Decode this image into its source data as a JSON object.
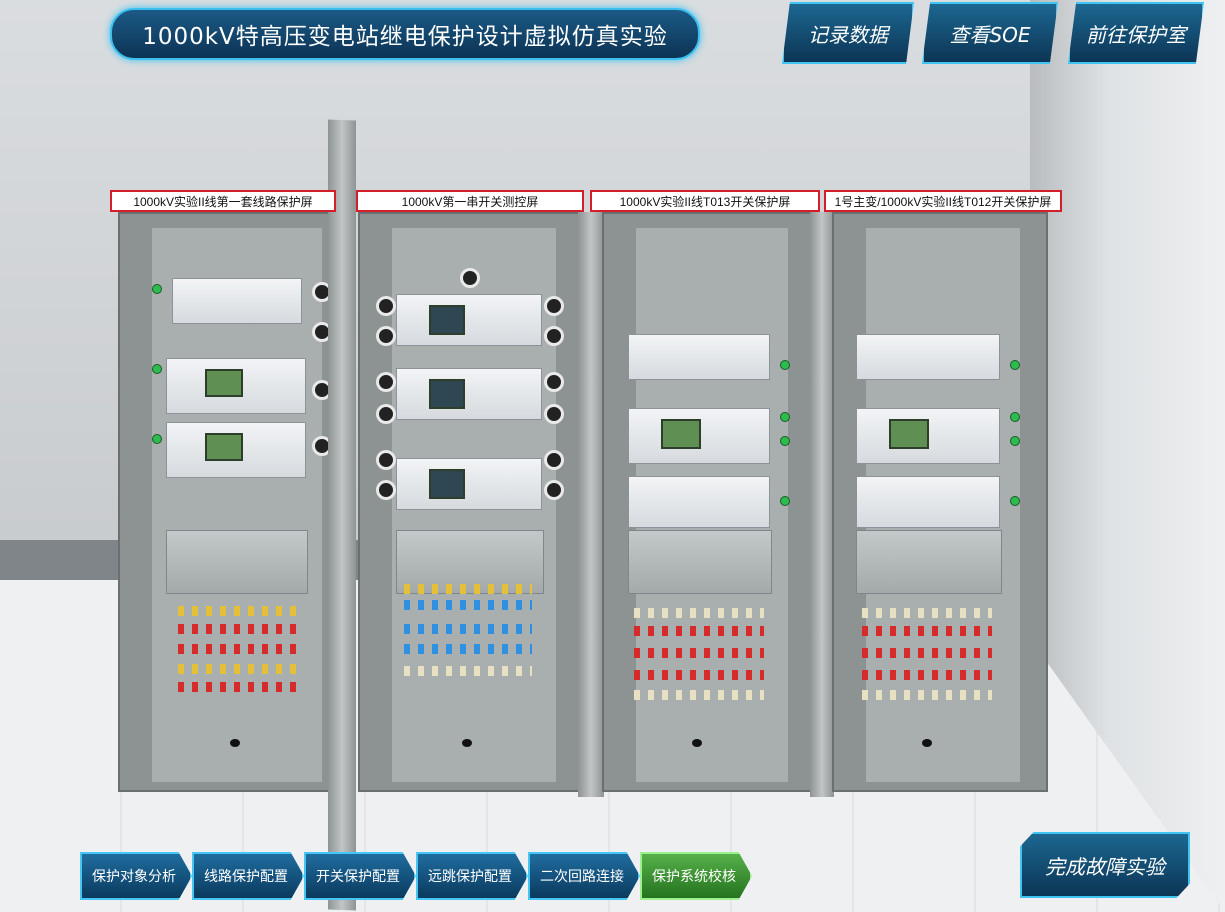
{
  "header": {
    "title": "1000kV特高压变电站继电保护设计虚拟仿真实验",
    "buttons": {
      "record": "记录数据",
      "soe": "查看SOE",
      "protection_room": "前往保护室"
    }
  },
  "cabinets": [
    {
      "label": "1000kV实验II线第一套线路保护屏"
    },
    {
      "label": "1000kV第一串开关测控屏"
    },
    {
      "label": "1000kV实验II线T013开关保护屏"
    },
    {
      "label": "1号主变/1000kV实验II线T012开关保护屏"
    }
  ],
  "steps": [
    {
      "label": "保护对象分析"
    },
    {
      "label": "线路保护配置"
    },
    {
      "label": "开关保护配置"
    },
    {
      "label": "远跳保护配置"
    },
    {
      "label": "二次回路连接"
    },
    {
      "label": "保护系统校核"
    }
  ],
  "finish_button": "完成故障实验",
  "colors": {
    "accent": "#3fc4f2",
    "panel_blue": "#0c3555",
    "active_step": "#55b049",
    "label_border": "#d21f2a"
  }
}
